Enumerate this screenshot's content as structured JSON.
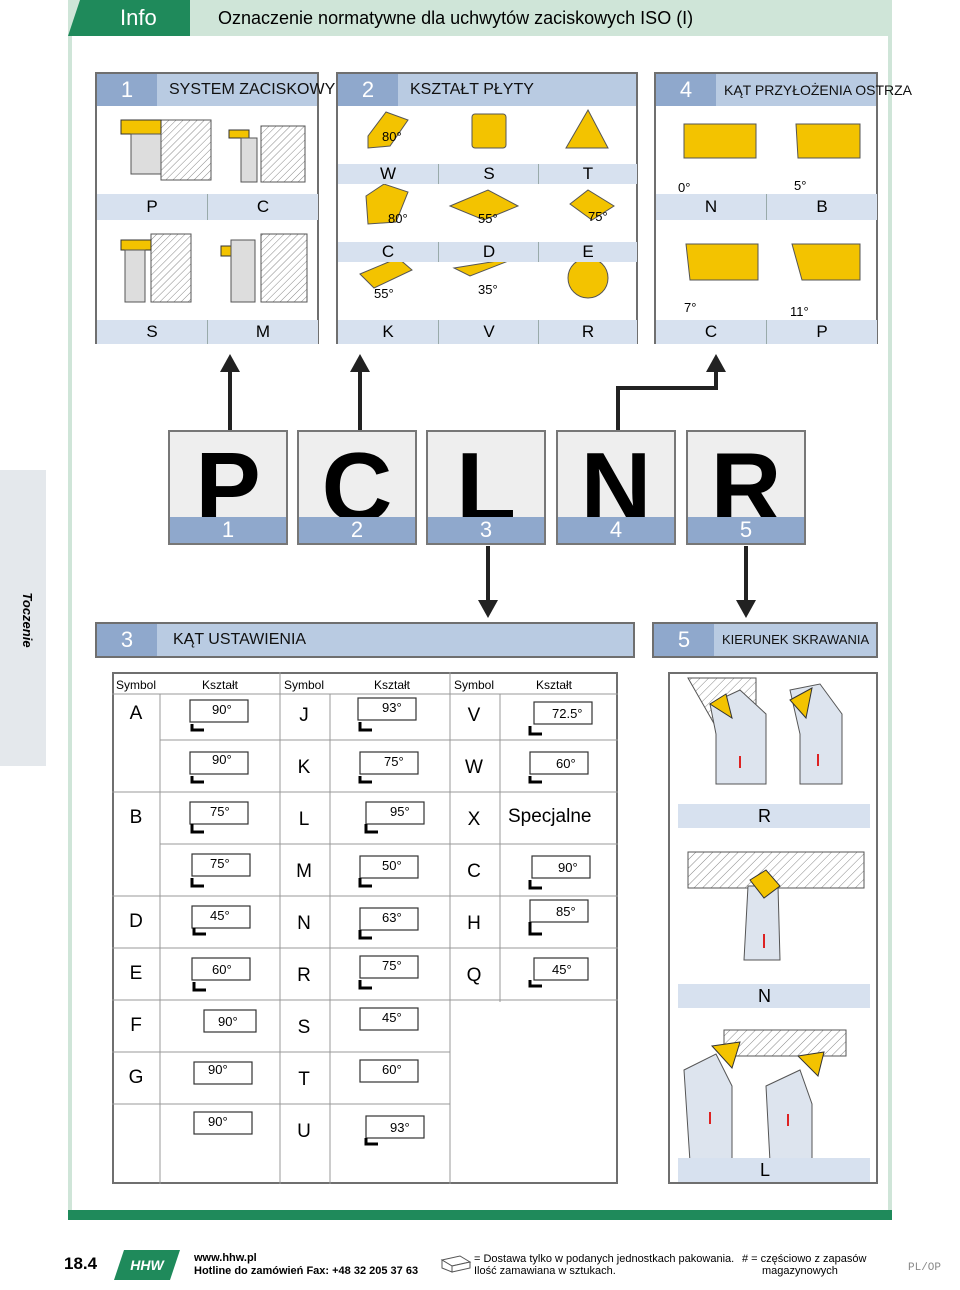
{
  "header": {
    "tab": "Info",
    "title": "Oznaczenie normatywne dla uchwytów zaciskowych ISO (I)"
  },
  "sidebar": {
    "label": "Toczenie"
  },
  "panel1": {
    "num": "1",
    "title": "SYSTEM ZACISKOWY",
    "codes": [
      "P",
      "C",
      "S",
      "M"
    ]
  },
  "panel2": {
    "num": "2",
    "title": "KSZTAŁT PŁYTY",
    "codes": [
      "W",
      "S",
      "T",
      "C",
      "D",
      "E",
      "K",
      "V",
      "R"
    ],
    "angles": [
      "80°",
      "80°",
      "55°",
      "75°",
      "55°",
      "35°"
    ]
  },
  "panel4": {
    "num": "4",
    "title": "KĄT PRZYŁOŻENIA OSTRZA",
    "codes": [
      "N",
      "B",
      "C",
      "P"
    ],
    "angles": [
      "0°",
      "5°",
      "7°",
      "11°"
    ]
  },
  "letters": [
    {
      "char": "P",
      "num": "1"
    },
    {
      "char": "C",
      "num": "2"
    },
    {
      "char": "L",
      "num": "3"
    },
    {
      "char": "N",
      "num": "4"
    },
    {
      "char": "R",
      "num": "5"
    }
  ],
  "panel3": {
    "num": "3",
    "title": "KĄT USTAWIENIA",
    "headers": [
      "Symbol",
      "Kształt",
      "Symbol",
      "Kształt",
      "Symbol",
      "Kształt"
    ],
    "col1": [
      {
        "sym": "A",
        "ang": "90°"
      },
      {
        "sym": "",
        "ang": "90°"
      },
      {
        "sym": "B",
        "ang": "75°"
      },
      {
        "sym": "",
        "ang": "75°"
      },
      {
        "sym": "D",
        "ang": "45°"
      },
      {
        "sym": "E",
        "ang": "60°"
      },
      {
        "sym": "F",
        "ang": "90°"
      },
      {
        "sym": "G",
        "ang": "90°"
      },
      {
        "sym": "",
        "ang": "90°"
      }
    ],
    "col2": [
      {
        "sym": "J",
        "ang": "93°"
      },
      {
        "sym": "K",
        "ang": "75°"
      },
      {
        "sym": "L",
        "ang": "95°"
      },
      {
        "sym": "M",
        "ang": "50°"
      },
      {
        "sym": "N",
        "ang": "63°"
      },
      {
        "sym": "R",
        "ang": "75°"
      },
      {
        "sym": "S",
        "ang": "45°"
      },
      {
        "sym": "T",
        "ang": "60°"
      },
      {
        "sym": "U",
        "ang": "93°"
      }
    ],
    "col3": [
      {
        "sym": "V",
        "ang": "72.5°"
      },
      {
        "sym": "W",
        "ang": "60°"
      },
      {
        "sym": "X",
        "ang": "Specjalne"
      },
      {
        "sym": "C",
        "ang": "90°"
      },
      {
        "sym": "H",
        "ang": "85°"
      },
      {
        "sym": "Q",
        "ang": "45°"
      }
    ]
  },
  "panel5": {
    "num": "5",
    "title": "KIERUNEK SKRAWANIA",
    "labels": [
      "R",
      "N",
      "L"
    ]
  },
  "footer": {
    "page": "18.4",
    "url": "www.hhw.pl",
    "hotline": "Hotline do zamówień Fax: +48 32 205 37 63",
    "note1": "= Dostawa tylko w podanych jednostkach pakowania.",
    "note2": "Ilość zamawiana w sztukach.",
    "hash1": "# = częściowo z zapasów",
    "hash2": "magazynowych",
    "code": "PL/OP",
    "logo": "HHW"
  },
  "colors": {
    "accent": "#1f8a5b",
    "insert": "#f3c300",
    "bar": "#b9cbe2"
  }
}
